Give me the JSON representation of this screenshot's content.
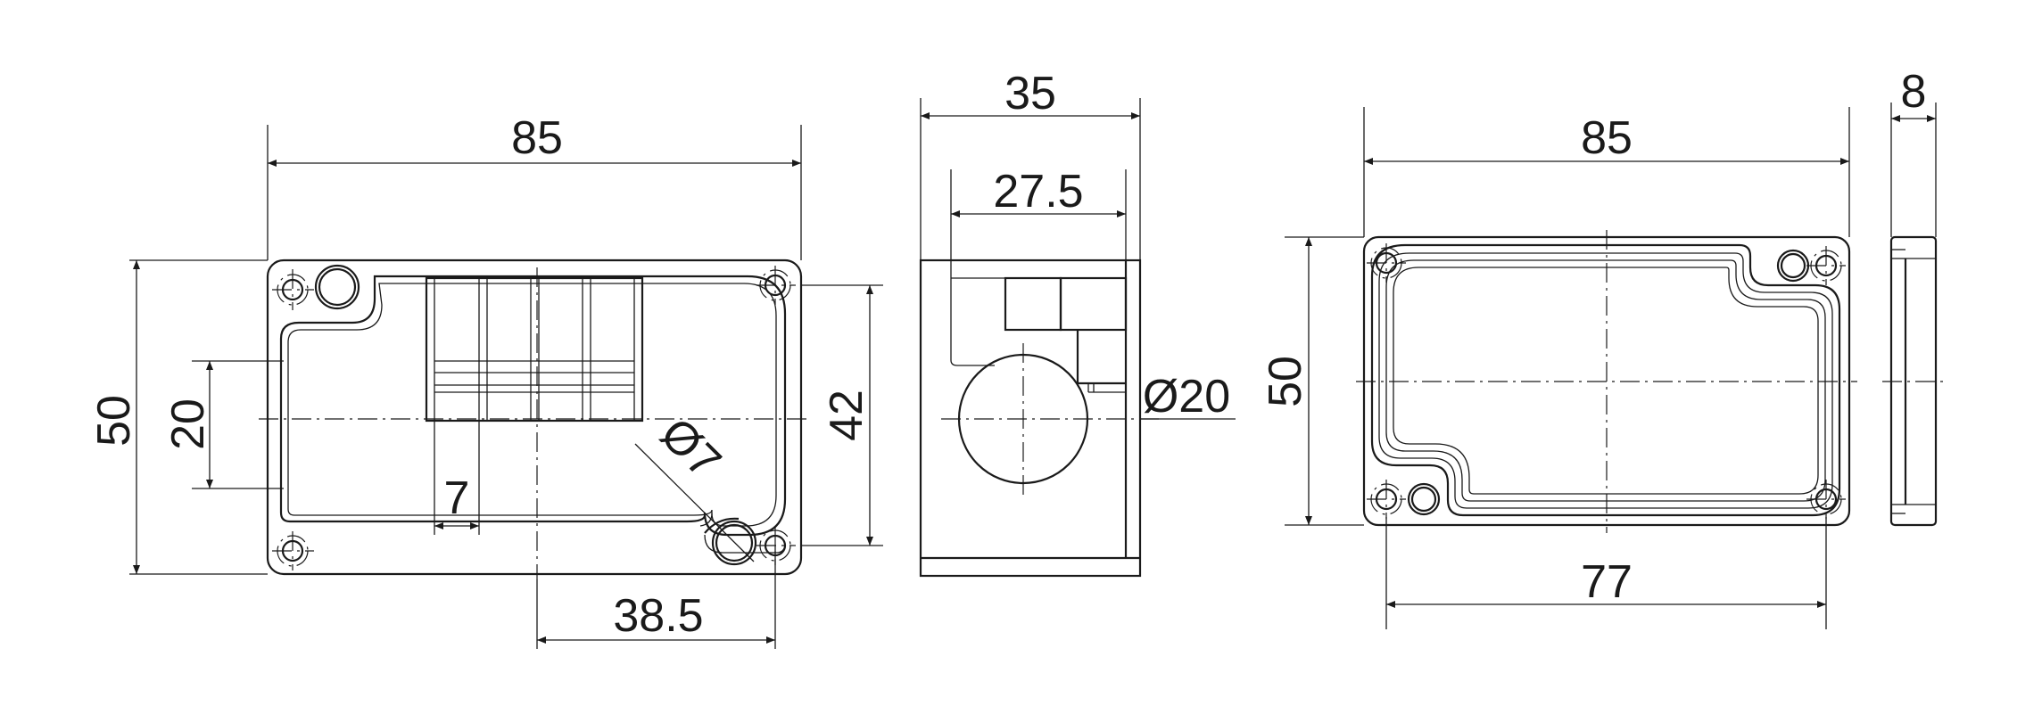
{
  "dimensions": {
    "front_width": "85",
    "front_height": "50",
    "front_inner_height": "20",
    "front_pitch": "7",
    "front_hole": "Ø7",
    "front_hole_offset": "38.5",
    "front_mount_height": "42",
    "side_width": "35",
    "side_inner_width": "27.5",
    "side_hole": "Ø20",
    "lid_width": "85",
    "lid_height": "50",
    "lid_mount_pitch": "77",
    "lid_thickness": "8"
  },
  "colors": {
    "line": "#1a1a1a",
    "background": "#ffffff"
  }
}
